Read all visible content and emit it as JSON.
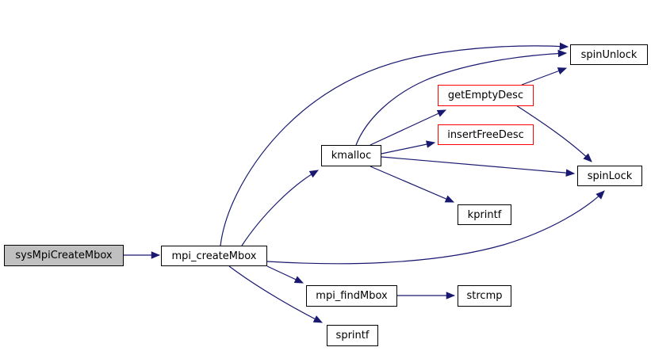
{
  "diagram": {
    "type": "call-graph",
    "nodes": [
      {
        "id": "sysMpiCreateMbox",
        "label": "sysMpiCreateMbox",
        "style": "current"
      },
      {
        "id": "mpi_createMbox",
        "label": "mpi_createMbox",
        "style": "normal"
      },
      {
        "id": "kmalloc",
        "label": "kmalloc",
        "style": "normal"
      },
      {
        "id": "getEmptyDesc",
        "label": "getEmptyDesc",
        "style": "truncated"
      },
      {
        "id": "insertFreeDesc",
        "label": "insertFreeDesc",
        "style": "truncated"
      },
      {
        "id": "spinUnlock",
        "label": "spinUnlock",
        "style": "normal"
      },
      {
        "id": "spinLock",
        "label": "spinLock",
        "style": "normal"
      },
      {
        "id": "kprintf",
        "label": "kprintf",
        "style": "normal"
      },
      {
        "id": "mpi_findMbox",
        "label": "mpi_findMbox",
        "style": "normal"
      },
      {
        "id": "strcmp",
        "label": "strcmp",
        "style": "normal"
      },
      {
        "id": "sprintf",
        "label": "sprintf",
        "style": "normal"
      }
    ],
    "edges": [
      {
        "from": "sysMpiCreateMbox",
        "to": "mpi_createMbox"
      },
      {
        "from": "mpi_createMbox",
        "to": "kmalloc"
      },
      {
        "from": "mpi_createMbox",
        "to": "spinUnlock"
      },
      {
        "from": "mpi_createMbox",
        "to": "spinLock"
      },
      {
        "from": "mpi_createMbox",
        "to": "mpi_findMbox"
      },
      {
        "from": "mpi_createMbox",
        "to": "sprintf"
      },
      {
        "from": "kmalloc",
        "to": "getEmptyDesc"
      },
      {
        "from": "kmalloc",
        "to": "insertFreeDesc"
      },
      {
        "from": "kmalloc",
        "to": "spinUnlock"
      },
      {
        "from": "kmalloc",
        "to": "spinLock"
      },
      {
        "from": "kmalloc",
        "to": "kprintf"
      },
      {
        "from": "getEmptyDesc",
        "to": "spinUnlock"
      },
      {
        "from": "getEmptyDesc",
        "to": "spinLock"
      },
      {
        "from": "mpi_findMbox",
        "to": "strcmp"
      }
    ],
    "colors": {
      "edge": "#191970",
      "node_border": "#000000",
      "truncated_border": "#ff0000",
      "current_fill": "#c0c0c0",
      "background": "#ffffff",
      "text": "#000000"
    }
  }
}
